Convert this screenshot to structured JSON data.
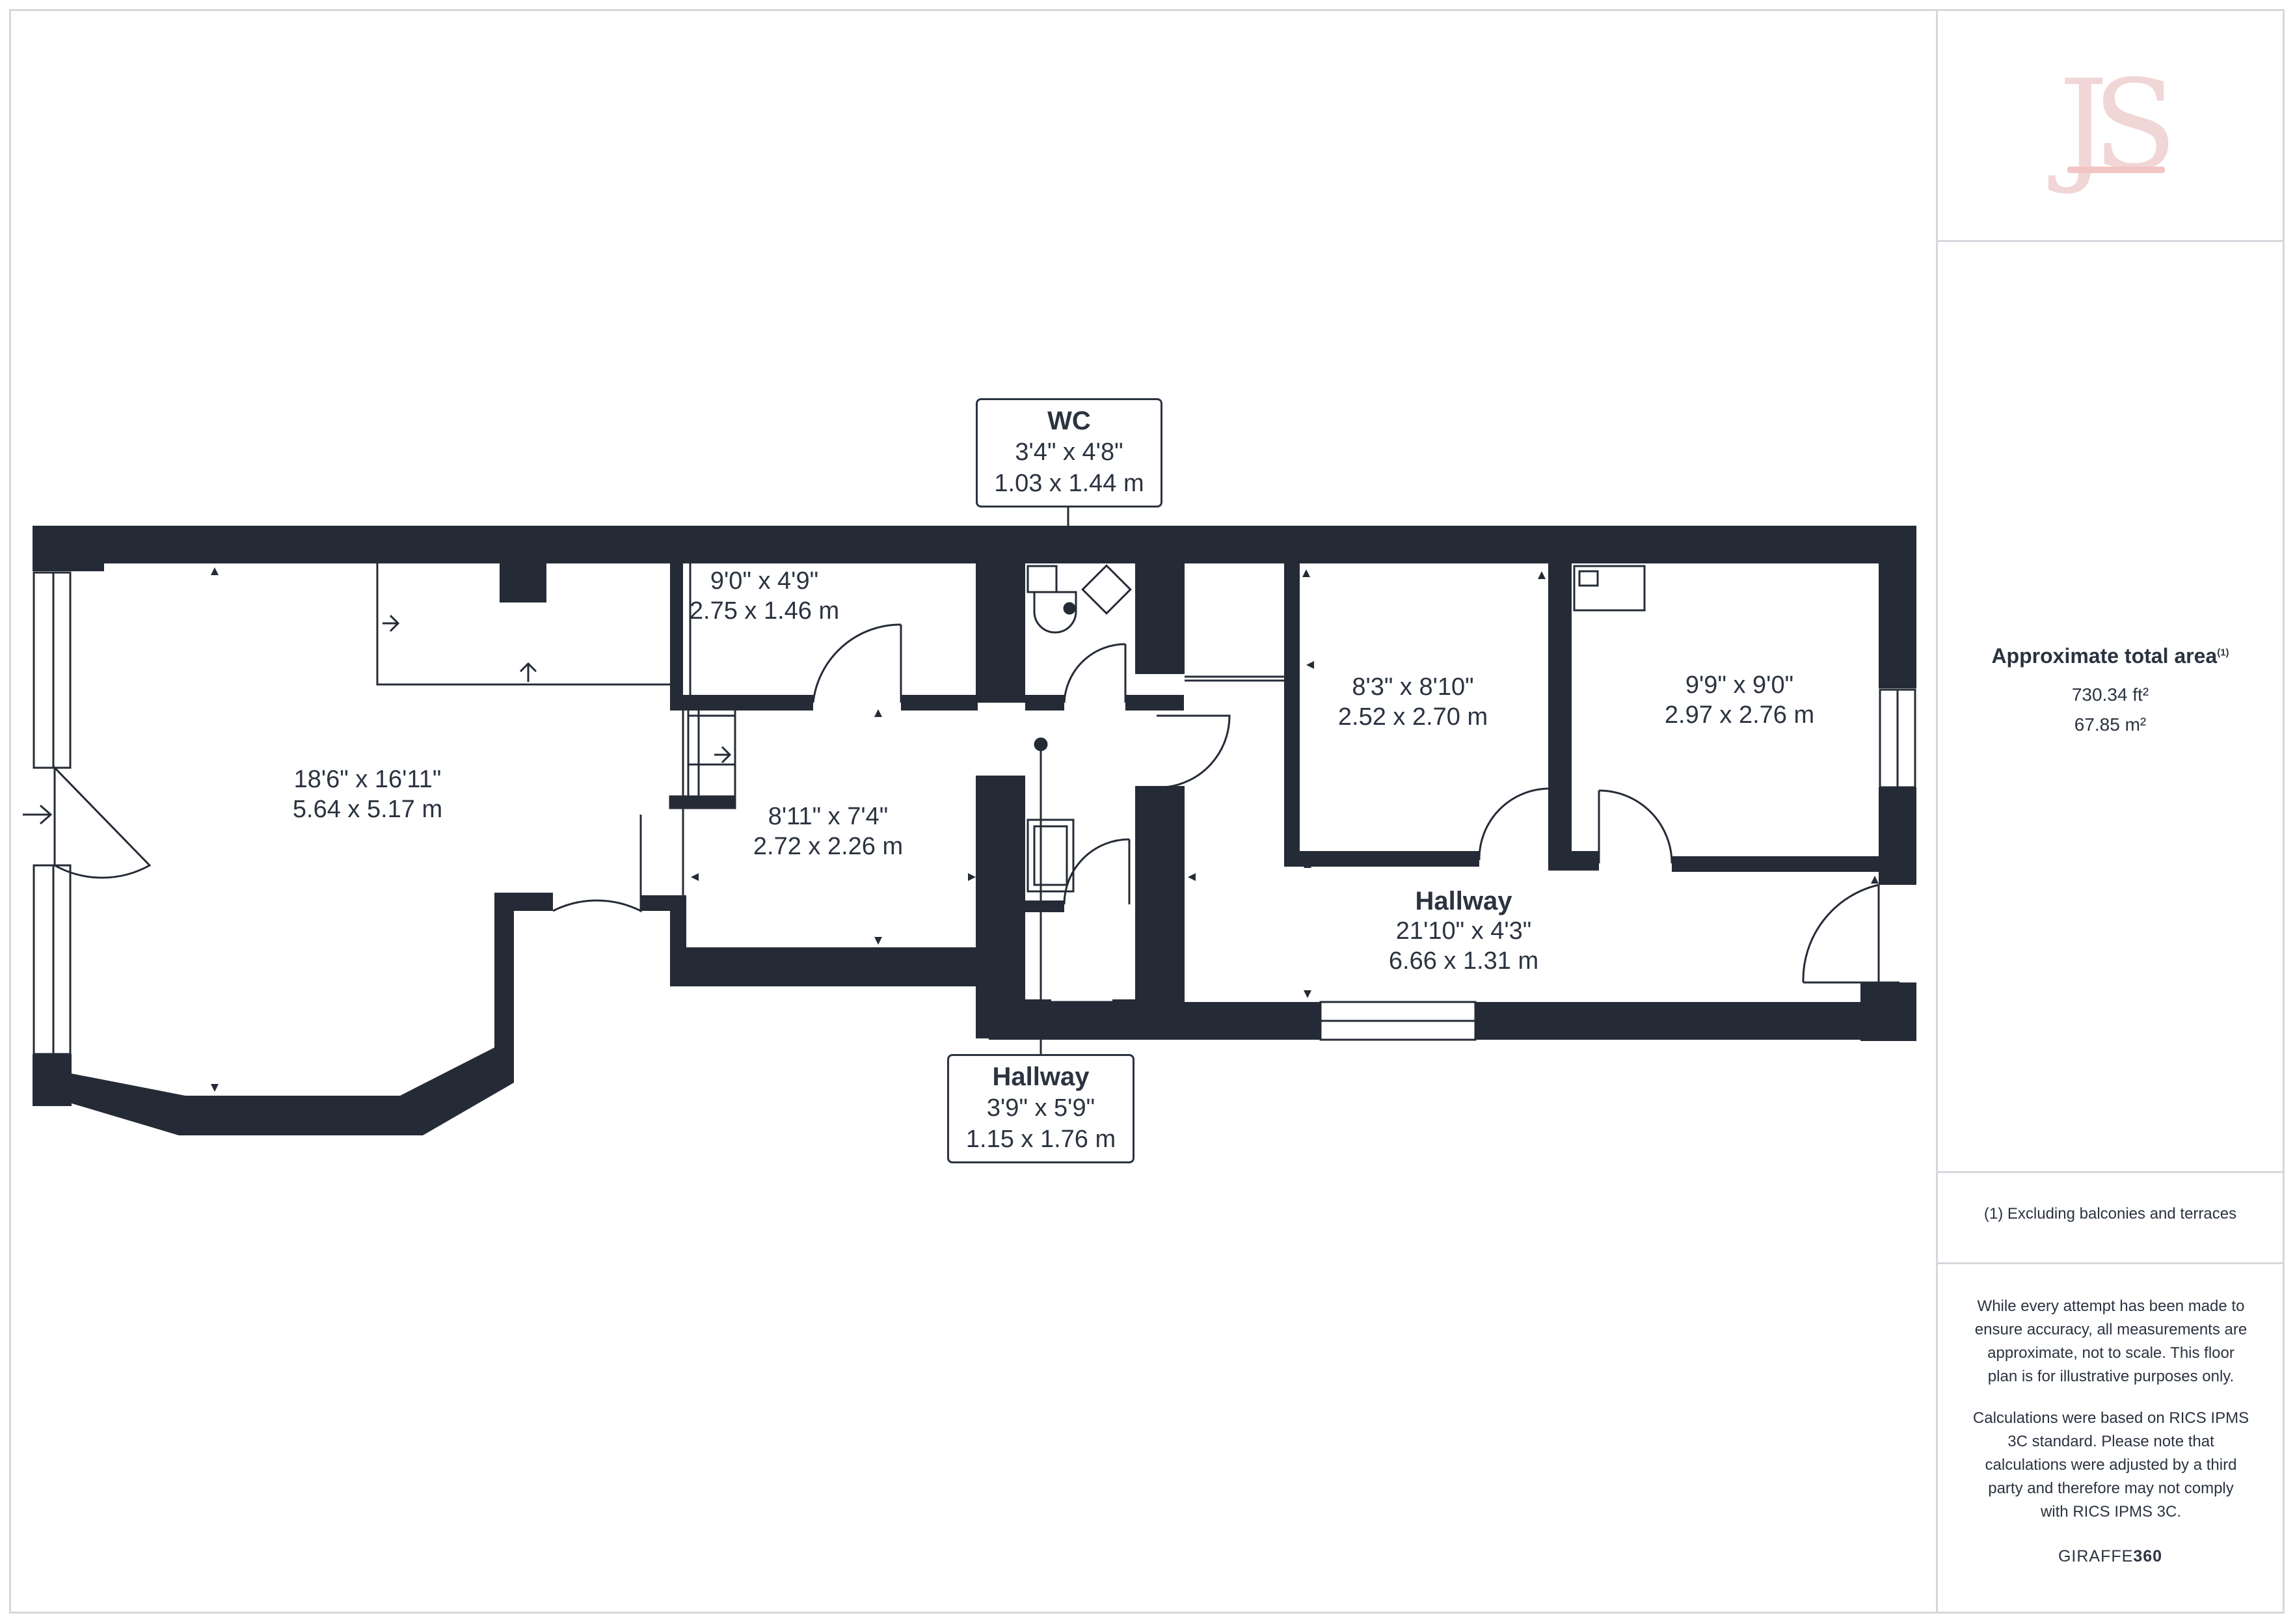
{
  "sidebar": {
    "logo_text": "JS",
    "area_title": "Approximate total area",
    "area_superscript": "(1)",
    "area_sqft": "730.34 ft²",
    "area_sqm": "67.85 m²",
    "footnote": "(1) Excluding balconies and terraces",
    "disclaimer_1": [
      "While every attempt has been made to",
      "ensure accuracy, all measurements are",
      "approximate, not to scale. This floor",
      "plan is for illustrative purposes only."
    ],
    "disclaimer_2": [
      "Calculations were based on RICS IPMS",
      "3C standard. Please note that",
      "calculations were adjusted by a third",
      "party and therefore may not comply",
      "with RICS IPMS 3C."
    ],
    "brand_light": "GIRAFFE",
    "brand_bold": "360"
  },
  "rooms": {
    "reception": {
      "imperial": "18'6\" x 16'11\"",
      "metric": "5.64 x 5.17 m"
    },
    "store": {
      "imperial": "9'0\" x 4'9\"",
      "metric": "2.75 x 1.46 m"
    },
    "kitchen": {
      "imperial": "8'11\" x 7'4\"",
      "metric": "2.72 x 2.26 m"
    },
    "bedroom1": {
      "imperial": "8'3\" x 8'10\"",
      "metric": "2.52 x 2.70 m"
    },
    "bedroom2": {
      "imperial": "9'9\" x 9'0\"",
      "metric": "2.97 x 2.76 m"
    },
    "hallway_main": {
      "name": "Hallway",
      "imperial": "21'10\" x 4'3\"",
      "metric": "6.66 x 1.31 m"
    }
  },
  "callouts": {
    "wc": {
      "name": "WC",
      "imperial": "3'4\" x 4'8\"",
      "metric": "1.03 x 1.44 m"
    },
    "hallway_small": {
      "name": "Hallway",
      "imperial": "3'9\" x 5'9\"",
      "metric": "1.15 x 1.76 m"
    }
  },
  "colors": {
    "wall": "#252b36",
    "frame": "#d5d8dc",
    "text": "#2b3340",
    "logo": "#f1d6d6"
  }
}
